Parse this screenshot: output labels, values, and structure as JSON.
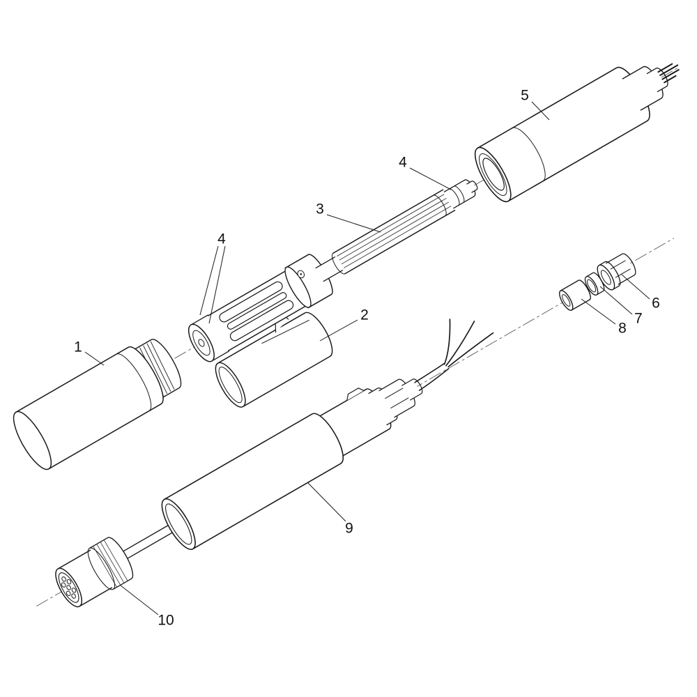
{
  "diagram": {
    "type": "exploded-parts-diagram",
    "colors": {
      "background": "#ffffff",
      "line": "#1a1a1a",
      "centerline": "#5a5a5a",
      "label": "#111111"
    },
    "callouts": [
      {
        "label": "1"
      },
      {
        "label": "2"
      },
      {
        "label": "3"
      },
      {
        "label": "4"
      },
      {
        "label": "4"
      },
      {
        "label": "5"
      },
      {
        "label": "6"
      },
      {
        "label": "7"
      },
      {
        "label": "8"
      },
      {
        "label": "9"
      },
      {
        "label": "10"
      }
    ]
  }
}
